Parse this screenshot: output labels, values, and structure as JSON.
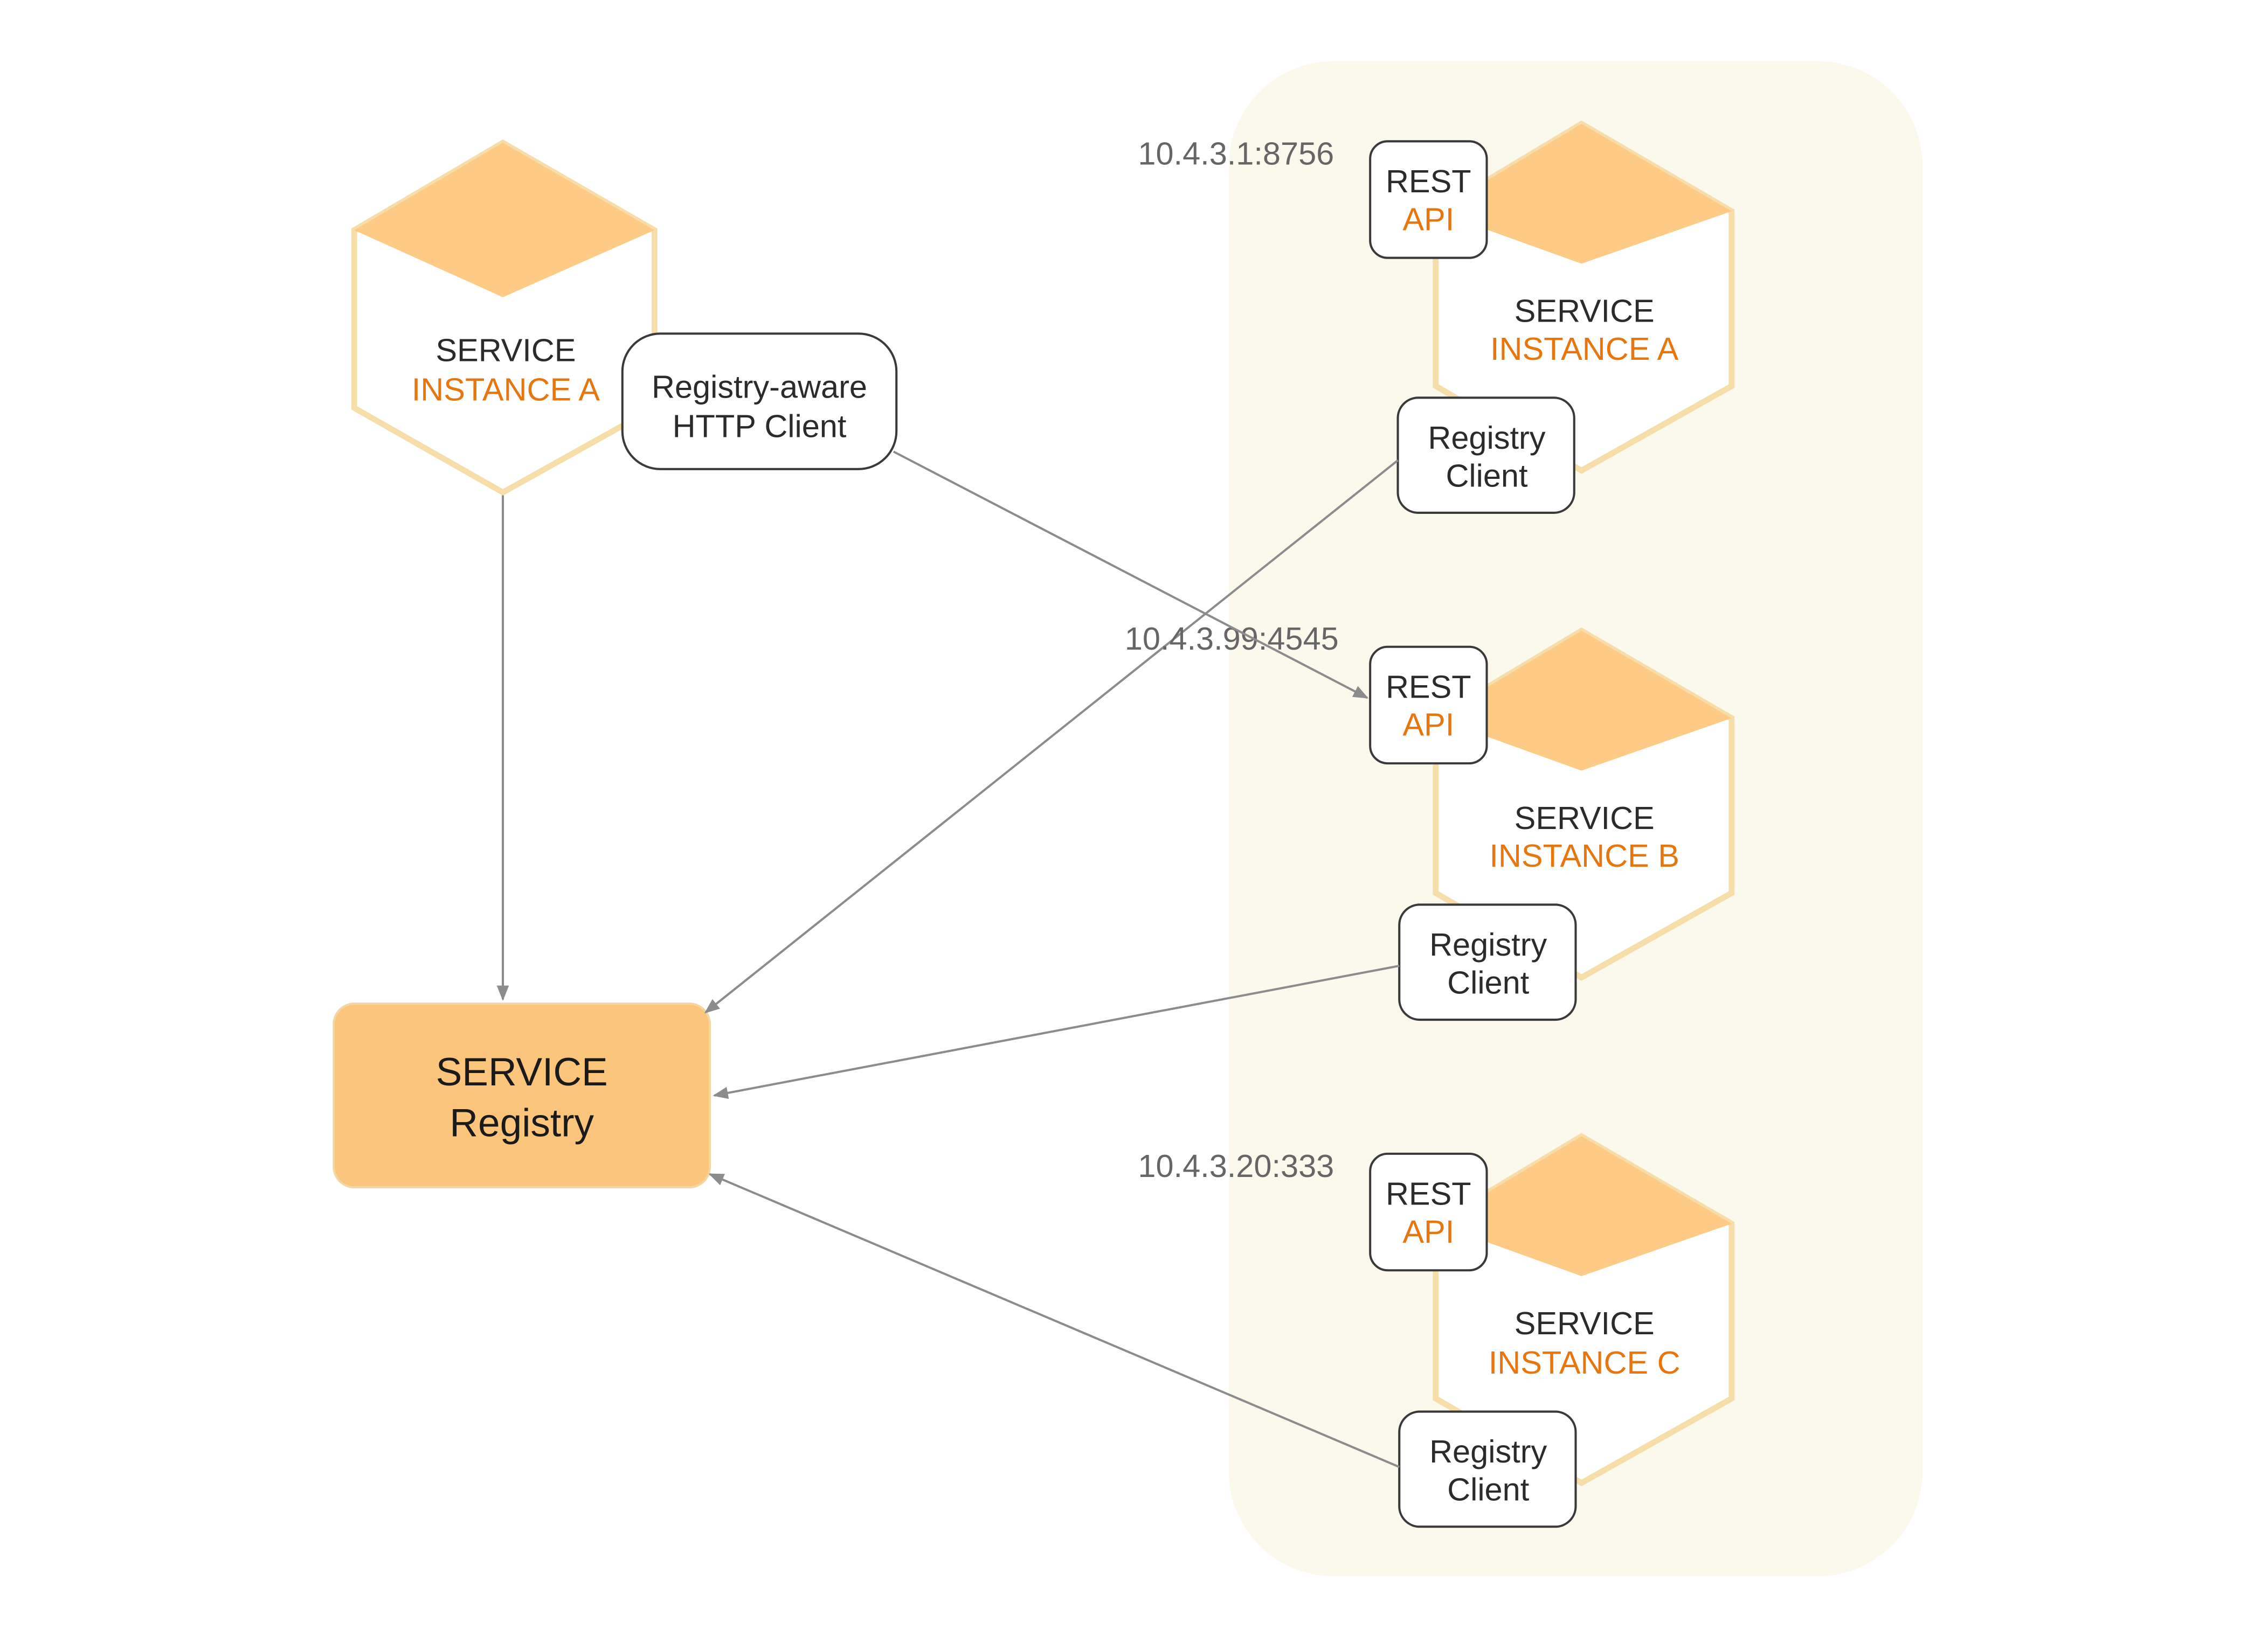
{
  "colors": {
    "accent_orange": "#E8760F",
    "hex_fill": "#FDCB85",
    "hex_outline": "#F6DDA9",
    "cluster_bg": "#FBF8EC",
    "registry_fill": "#FBC57B",
    "arrow": "#8C8C8C",
    "text": "#2B2B2B",
    "address_text": "#666666"
  },
  "client_service": {
    "line1": "SERVICE",
    "line2": "INSTANCE A",
    "http_client": {
      "line1": "Registry-aware",
      "line2": "HTTP Client"
    }
  },
  "registry": {
    "line1": "SERVICE",
    "line2": "Registry"
  },
  "instances": [
    {
      "address": "10.4.3.1:8756",
      "line1": "SERVICE",
      "line2": "INSTANCE A",
      "rest_api": {
        "line1": "REST",
        "line2": "API"
      },
      "registry_client": {
        "line1": "Registry",
        "line2": "Client"
      }
    },
    {
      "address": "10.4.3.99:4545",
      "line1": "SERVICE",
      "line2": "INSTANCE B",
      "rest_api": {
        "line1": "REST",
        "line2": "API"
      },
      "registry_client": {
        "line1": "Registry",
        "line2": "Client"
      }
    },
    {
      "address": "10.4.3.20:333",
      "line1": "SERVICE",
      "line2": "INSTANCE C",
      "rest_api": {
        "line1": "REST",
        "line2": "API"
      },
      "registry_client": {
        "line1": "Registry",
        "line2": "Client"
      }
    }
  ]
}
